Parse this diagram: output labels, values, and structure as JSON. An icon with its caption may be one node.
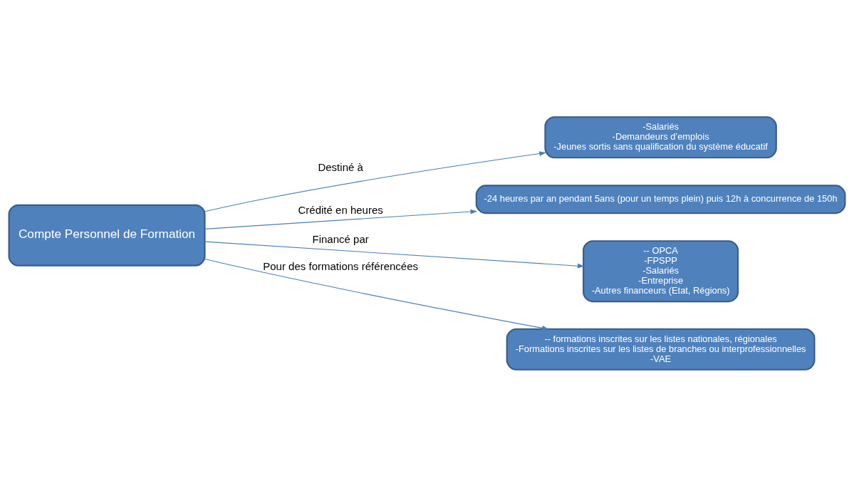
{
  "diagram": {
    "nodes": [
      {
        "text": [
          "Compte Personnel de Formation"
        ]
      },
      {
        "text": [
          "-Salariés",
          "-Demandeurs d’emplois",
          "-Jeunes sortis sans qualification du système éducatif"
        ]
      },
      {
        "text": [
          "-24 heures par an pendant 5ans (pour un temps plein) puis 12h à concurrence de 150h"
        ]
      },
      {
        "text": [
          "-- OPCA",
          "-FPSPP",
          "-Salariés",
          "-Entreprise",
          "-Autres financeurs (Etat, Régions)"
        ]
      },
      {
        "text": [
          "-- formations inscrites sur les listes nationales, régionales",
          "-Formations inscrites sur les listes de branches ou interprofessionnelles",
          "-VAE"
        ]
      }
    ],
    "edges": [
      {
        "from": 0,
        "to": 1,
        "arrow": "to",
        "label": "Destiné à"
      },
      {
        "from": 0,
        "to": 2,
        "arrow": "to",
        "label": "Crédité en heures"
      },
      {
        "from": 0,
        "to": 3,
        "arrow": "to",
        "label": "Financé par"
      },
      {
        "from": 0,
        "to": 4,
        "arrow": "to",
        "label": "Pour des formations référencées"
      }
    ]
  }
}
